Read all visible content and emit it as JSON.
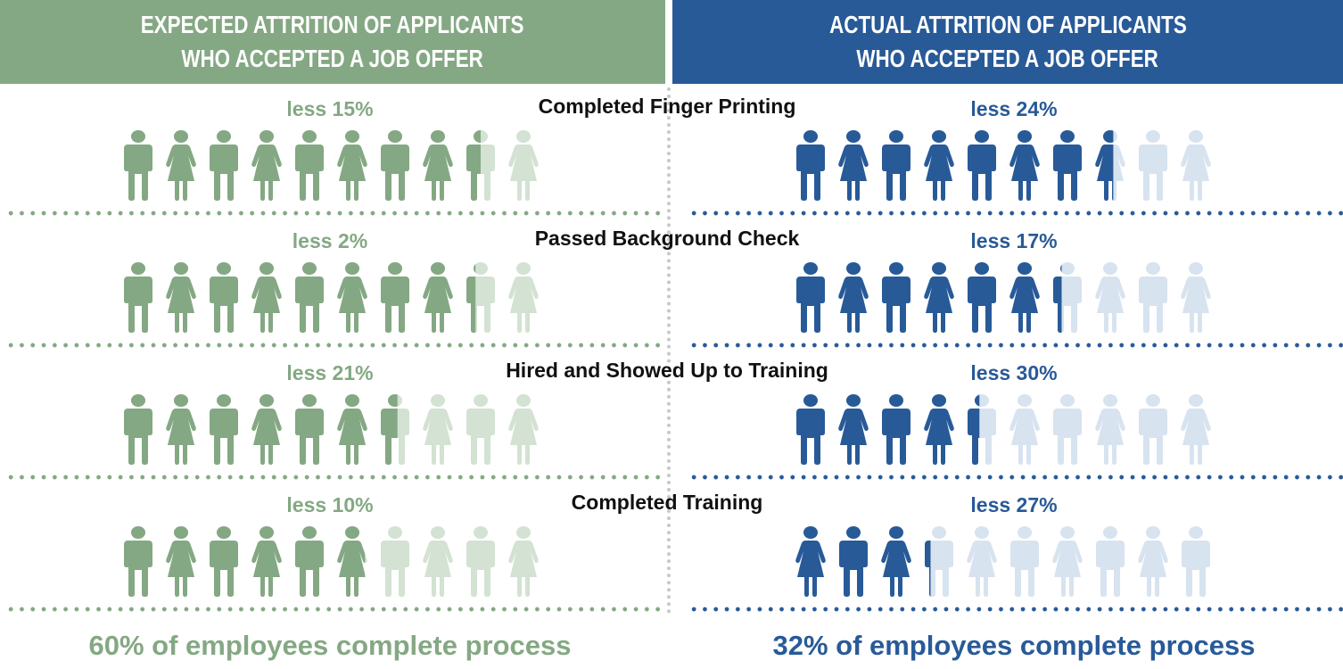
{
  "header": {
    "left": [
      "EXPECTED ATTRITION OF APPLICANTS",
      "WHO ACCEPTED A JOB OFFER"
    ],
    "right": [
      "ACTUAL ATTRITION OF APPLICANTS",
      "WHO ACCEPTED A JOB OFFER"
    ]
  },
  "colors": {
    "expected": "#84a883",
    "expected_light": "#d3e2d2",
    "actual": "#285a98",
    "actual_light": "#d7e3ef"
  },
  "chart_data": {
    "type": "pictogram",
    "figures_per_row": 10,
    "stages": [
      "Completed Finger Printing",
      "Passed Background Check",
      "Hired and Showed Up to Training",
      "Completed Training"
    ],
    "series": [
      {
        "name": "Expected",
        "labels": [
          "less 15%",
          "less 2%",
          "less 21%",
          "less 10%"
        ],
        "drop_percent": [
          15,
          2,
          21,
          10
        ],
        "remaining_figures": [
          8.5,
          8.33,
          6.58,
          5.92
        ],
        "start_gender": [
          "man",
          "man",
          "man",
          "man"
        ],
        "summary": "60% of employees complete process"
      },
      {
        "name": "Actual",
        "labels": [
          "less 24%",
          "less 17%",
          "less 30%",
          "less 27%"
        ],
        "drop_percent": [
          24,
          17,
          30,
          27
        ],
        "remaining_figures": [
          7.6,
          6.31,
          4.42,
          3.22
        ],
        "start_gender": [
          "man",
          "man",
          "man",
          "woman"
        ],
        "summary": "32% of employees complete process"
      }
    ]
  }
}
